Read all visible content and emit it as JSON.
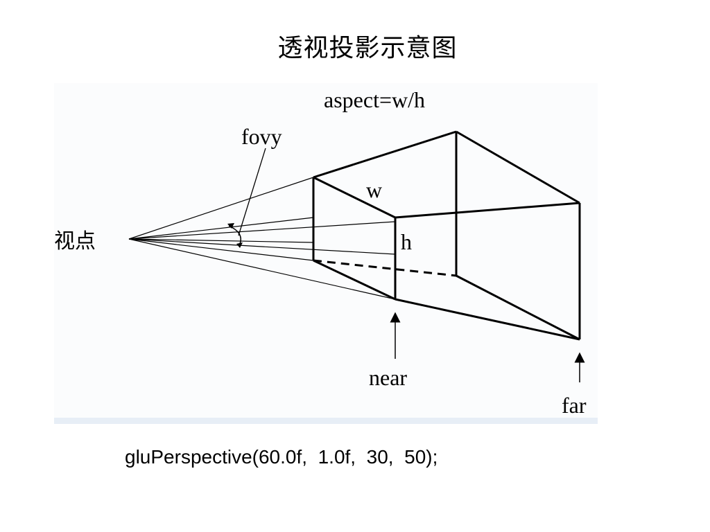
{
  "title": "透视投影示意图",
  "diagram": {
    "labels": {
      "aspect": "aspect=w/h",
      "fovy": "fovy",
      "viewpoint": "视点",
      "w": "w",
      "h": "h",
      "near": "near",
      "far": "far"
    }
  },
  "code": "gluPerspective(60.0f,  1.0f,  30,  50);"
}
